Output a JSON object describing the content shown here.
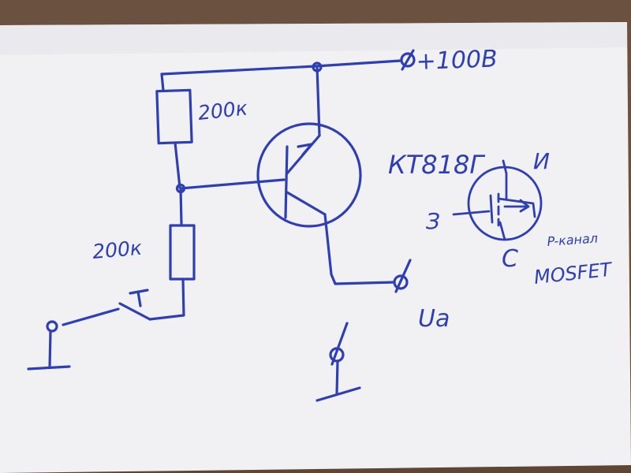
{
  "colors": {
    "ink": "#2e3fb5",
    "paper": "#f1f1f3",
    "paper_shadow": "#dcdce2",
    "table": "#6b5240",
    "table_dark": "#4f3a2c"
  },
  "labels": {
    "supply": "+100В",
    "resistor_top": "200к",
    "resistor_bottom": "200к",
    "transistor": "КТ818Г",
    "mosfet_drain": "И",
    "mosfet_gate": "З",
    "mosfet_source": "С",
    "mosfet_type_line1": "P-канал",
    "mosfet_type_line2": "MOSFET",
    "output": "Uа"
  },
  "icons": {
    "pushbutton": "pushbutton-switch-icon",
    "pnp": "pnp-transistor-icon",
    "mosfet": "p-channel-mosfet-icon",
    "ground": "ground-icon"
  }
}
